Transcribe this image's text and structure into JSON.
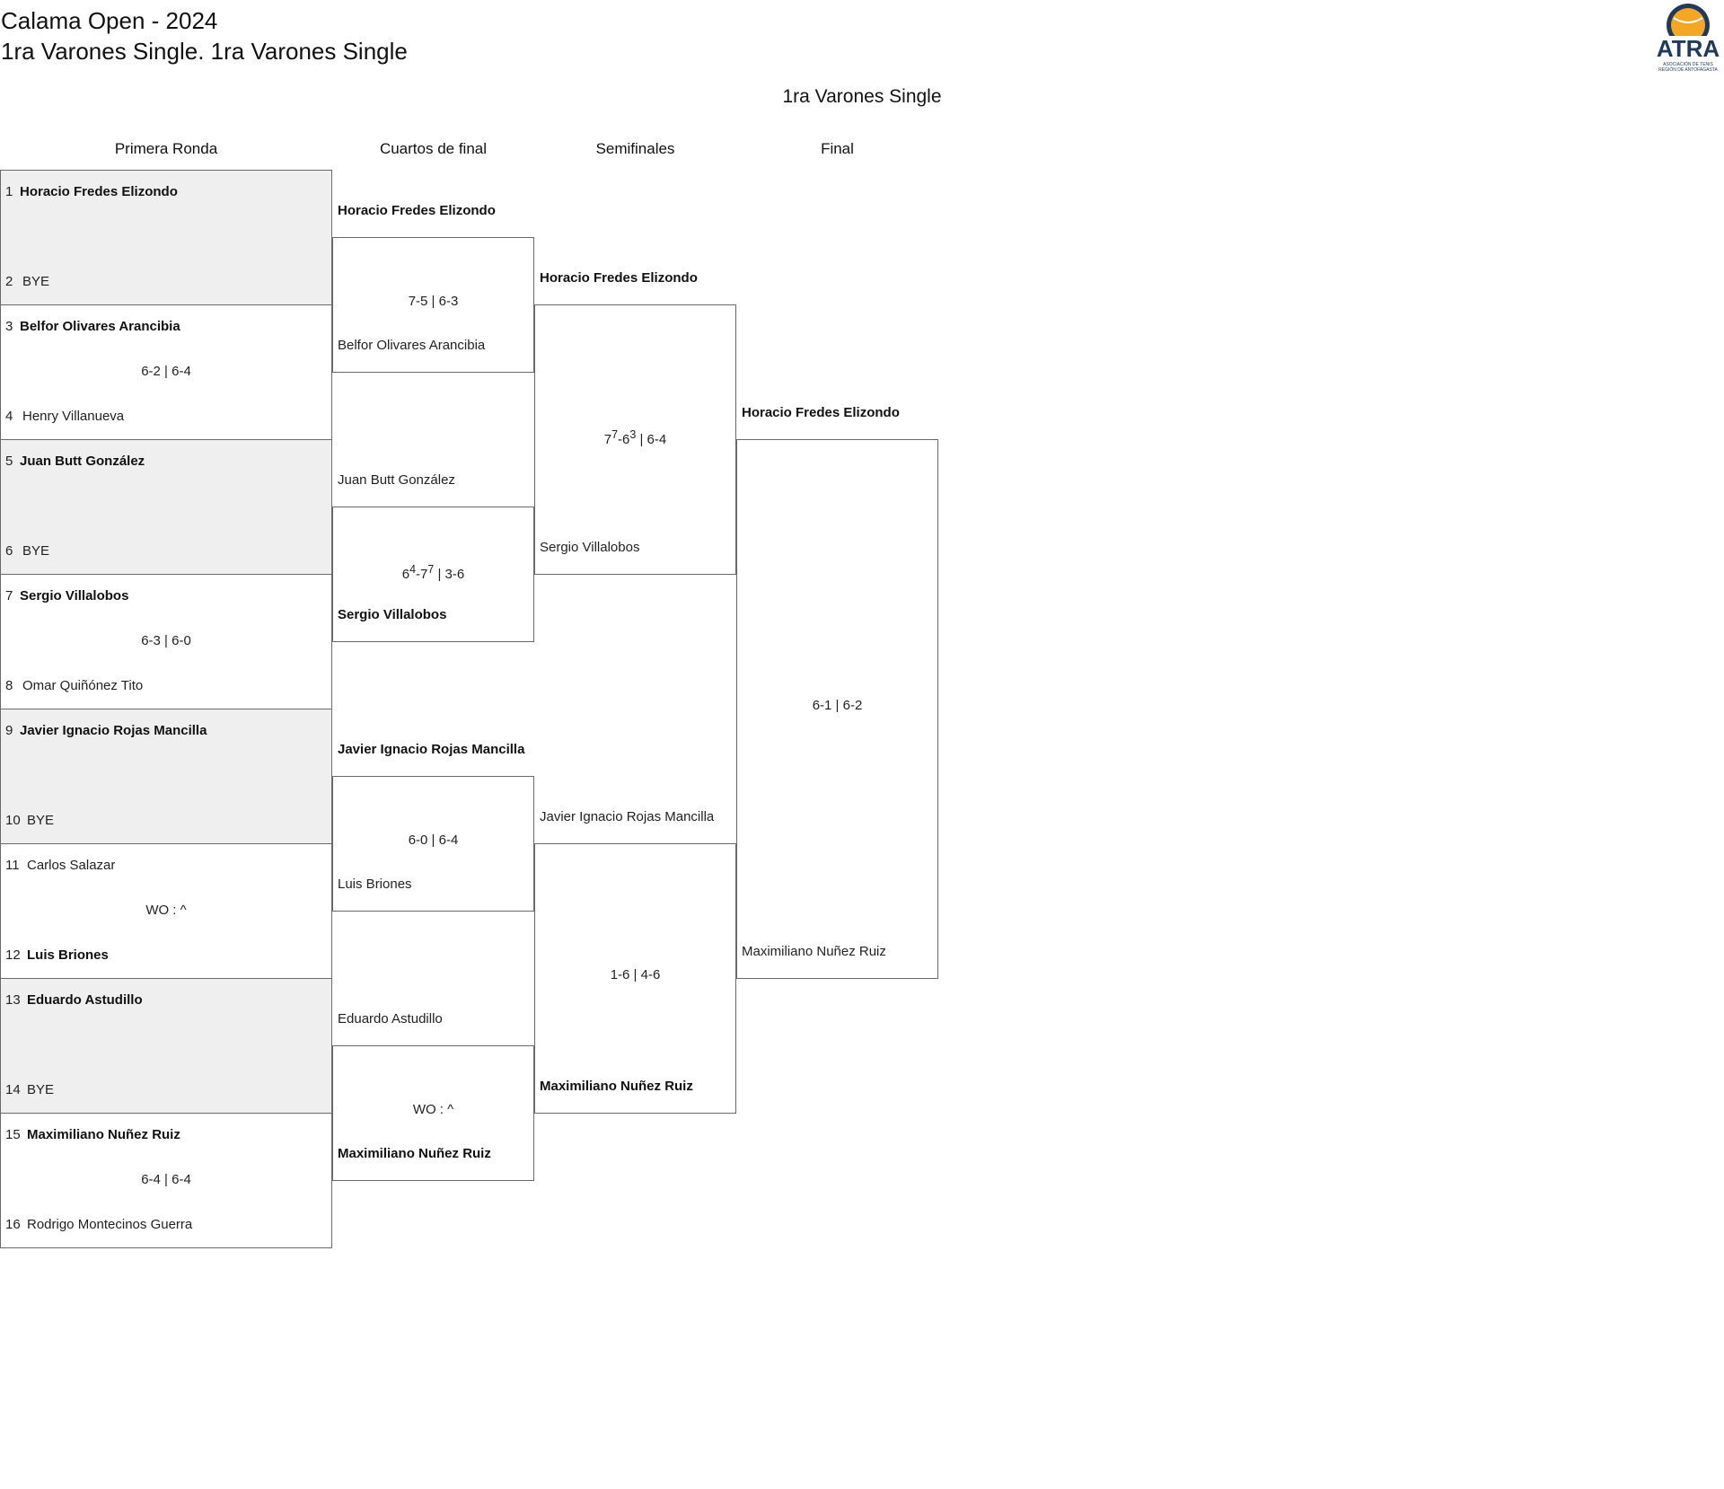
{
  "header": {
    "title": "Calama Open - 2024",
    "subtitle": "1ra Varones Single. 1ra Varones Single",
    "draw_title": "1ra Varones Single"
  },
  "logo": {
    "text": "ATRA",
    "caption_1": "ASOCIACIÓN DE TENIS",
    "caption_2": "REGIÓN DE ANTOFAGASTA",
    "colors": {
      "navy": "#1f3a5f",
      "orange": "#f5a623"
    }
  },
  "rounds": [
    "Primera Ronda",
    "Cuartos de final",
    "Semifinales",
    "Final"
  ],
  "first_round": [
    {
      "top": {
        "seed": "1",
        "name": "Horacio Fredes Elizondo",
        "winner": true
      },
      "bottom": {
        "seed": "2",
        "name": "BYE",
        "winner": false
      },
      "score": "",
      "shaded": true
    },
    {
      "top": {
        "seed": "3",
        "name": "Belfor Olivares Arancibia",
        "winner": true
      },
      "bottom": {
        "seed": "4",
        "name": "Henry Villanueva",
        "winner": false
      },
      "score": "6-2 | 6-4",
      "shaded": false
    },
    {
      "top": {
        "seed": "5",
        "name": "Juan Butt González",
        "winner": true
      },
      "bottom": {
        "seed": "6",
        "name": "BYE",
        "winner": false
      },
      "score": "",
      "shaded": true
    },
    {
      "top": {
        "seed": "7",
        "name": "Sergio Villalobos",
        "winner": true
      },
      "bottom": {
        "seed": "8",
        "name": "Omar Quiñónez Tito",
        "winner": false
      },
      "score": "6-3 | 6-0",
      "shaded": false
    },
    {
      "top": {
        "seed": "9",
        "name": "Javier Ignacio Rojas Mancilla",
        "winner": true
      },
      "bottom": {
        "seed": "10",
        "name": "BYE",
        "winner": false
      },
      "score": "",
      "shaded": true
    },
    {
      "top": {
        "seed": "11",
        "name": "Carlos Salazar",
        "winner": false
      },
      "bottom": {
        "seed": "12",
        "name": "Luis Briones",
        "winner": true
      },
      "score": "WO : ^",
      "shaded": false
    },
    {
      "top": {
        "seed": "13",
        "name": "Eduardo Astudillo",
        "winner": true
      },
      "bottom": {
        "seed": "14",
        "name": "BYE",
        "winner": false
      },
      "score": "",
      "shaded": true
    },
    {
      "top": {
        "seed": "15",
        "name": "Maximiliano Nuñez Ruiz",
        "winner": true
      },
      "bottom": {
        "seed": "16",
        "name": "Rodrigo Montecinos Guerra",
        "winner": false
      },
      "score": "6-4 | 6-4",
      "shaded": false
    }
  ],
  "quarterfinals": [
    {
      "top": {
        "name": "Horacio Fredes Elizondo",
        "winner": true
      },
      "bottom": {
        "name": "Belfor Olivares Arancibia",
        "winner": false
      },
      "score_html": "7-5 | 6-3"
    },
    {
      "top": {
        "name": "Juan Butt González",
        "winner": false
      },
      "bottom": {
        "name": "Sergio Villalobos",
        "winner": true
      },
      "score_html": "6<sup>4</sup>-7<sup>7</sup> | 3-6"
    },
    {
      "top": {
        "name": "Javier Ignacio Rojas Mancilla",
        "winner": true
      },
      "bottom": {
        "name": "Luis Briones",
        "winner": false
      },
      "score_html": "6-0 | 6-4"
    },
    {
      "top": {
        "name": "Eduardo Astudillo",
        "winner": false
      },
      "bottom": {
        "name": "Maximiliano Nuñez Ruiz",
        "winner": true
      },
      "score_html": "WO : ^"
    }
  ],
  "semifinals": [
    {
      "top": {
        "name": "Horacio Fredes Elizondo",
        "winner": true
      },
      "bottom": {
        "name": "Sergio Villalobos",
        "winner": false
      },
      "score_html": "7<sup>7</sup>-6<sup>3</sup> | 6-4"
    },
    {
      "top": {
        "name": "Javier Ignacio Rojas Mancilla",
        "winner": false
      },
      "bottom": {
        "name": "Maximiliano Nuñez Ruiz",
        "winner": true
      },
      "score_html": "1-6 | 4-6"
    }
  ],
  "final": {
    "top": {
      "name": "Horacio Fredes Elizondo",
      "winner": true
    },
    "bottom": {
      "name": "Maximiliano Nuñez Ruiz",
      "winner": false
    },
    "score_html": "6-1 | 6-2"
  }
}
